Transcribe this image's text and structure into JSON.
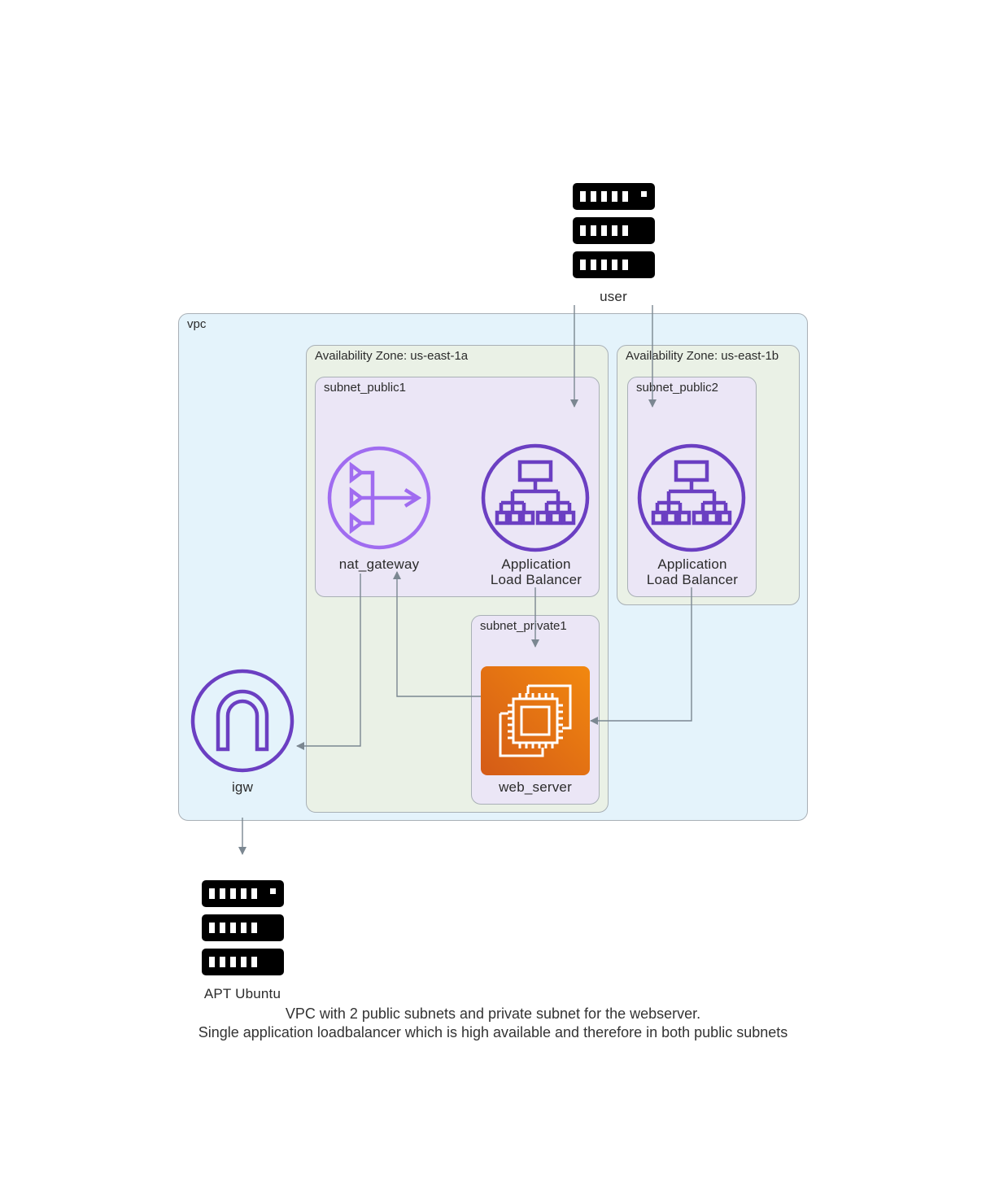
{
  "clusters": {
    "vpc": "vpc",
    "az_a": "Availability Zone: us-east-1a",
    "az_b": "Availability Zone: us-east-1b",
    "subnet_public1": "subnet_public1",
    "subnet_public2": "subnet_public2",
    "subnet_private1": "subnet_private1"
  },
  "nodes": {
    "user": "user",
    "nat_gateway": "nat_gateway",
    "alb1": "Application\nLoad Balancer",
    "alb2": "Application\nLoad Balancer",
    "web_server": "web_server",
    "igw": "igw",
    "apt_ubuntu": "APT Ubuntu"
  },
  "caption": {
    "line1": "VPC with 2 public subnets and private subnet for the webserver.",
    "line2": "Single application loadbalancer which is high available and therefore in both public subnets"
  },
  "colors": {
    "purple": "#6b3fc2",
    "light_purple": "#a06cf0",
    "edge": "#7b8791",
    "ec2_top": "#f2880f",
    "ec2_bottom": "#d45b17"
  },
  "icons": {
    "user": "server-icon",
    "apt_ubuntu": "server-icon",
    "nat_gateway": "nat-gateway-icon",
    "alb": "application-load-balancer-icon",
    "web_server": "ec2-instance-icon",
    "igw": "internet-gateway-icon"
  }
}
